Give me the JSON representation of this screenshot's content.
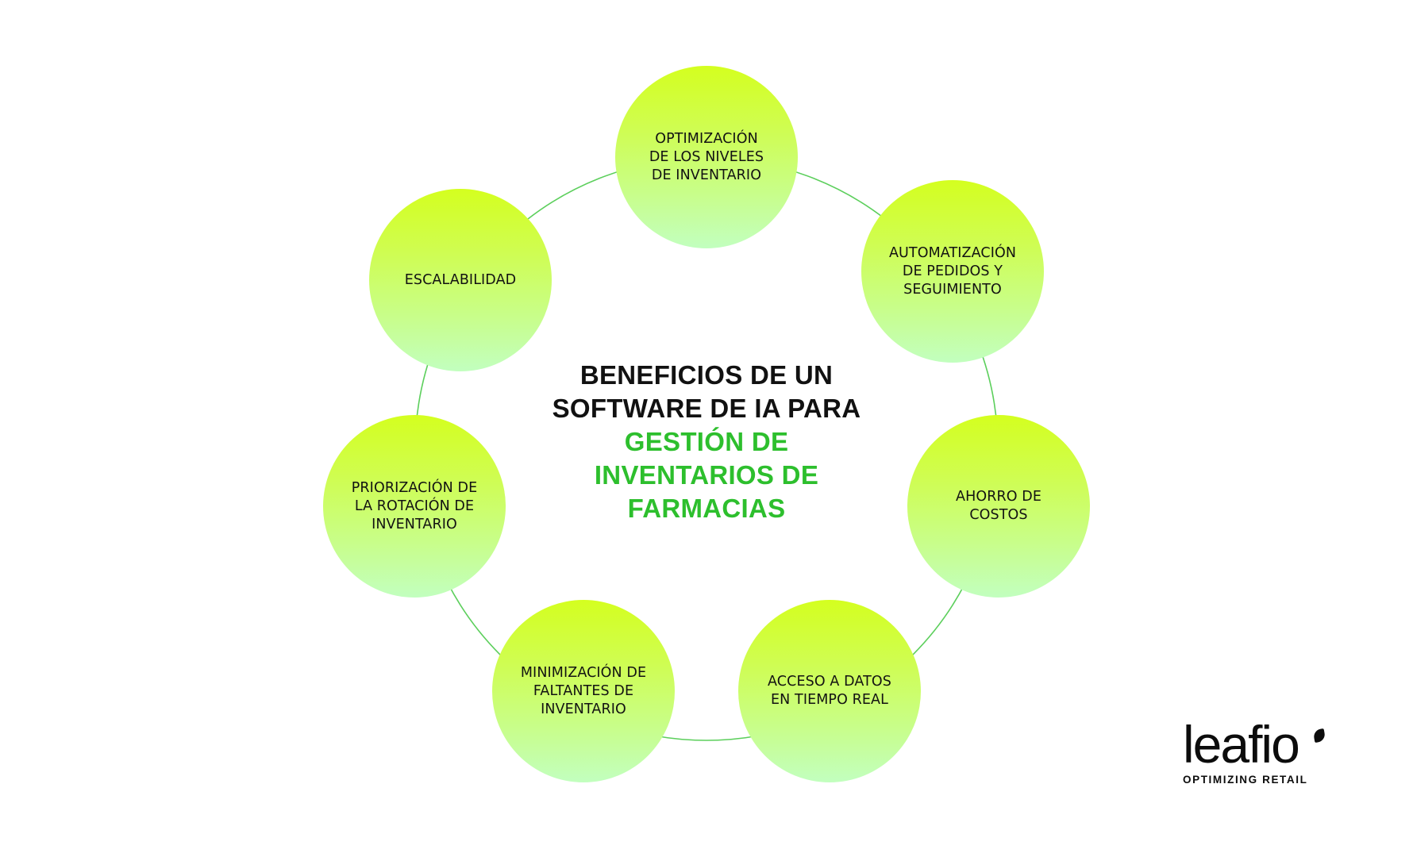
{
  "diagram": {
    "title_dark": "BENEFICIOS DE UN\nSOFTWARE DE IA PARA",
    "title_green": "GESTIÓN DE\nINVENTARIOS DE\nFARMACIAS",
    "colors": {
      "title_dark": "#111111",
      "title_green": "#2dbf2d",
      "ring": "#5ccf5c",
      "node_top": "#d4ff1f",
      "node_bottom": "#c2ffbf"
    },
    "nodes": [
      {
        "label": "OPTIMIZACIÓN\nDE LOS NIVELES\nDE INVENTARIO"
      },
      {
        "label": "AUTOMATIZACIÓN\nDE PEDIDOS Y\nSEGUIMIENTO"
      },
      {
        "label": "AHORRO DE\nCOSTOS"
      },
      {
        "label": "ACCESO A DATOS\nEN TIEMPO REAL"
      },
      {
        "label": "MINIMIZACIÓN DE\nFALTANTES DE\nINVENTARIO"
      },
      {
        "label": "PRIORIZACIÓN DE\nLA ROTACIÓN DE\nINVENTARIO"
      },
      {
        "label": "ESCALABILIDAD"
      }
    ]
  },
  "logo": {
    "wordmark": "leafio",
    "tagline": "OPTIMIZING RETAIL"
  }
}
